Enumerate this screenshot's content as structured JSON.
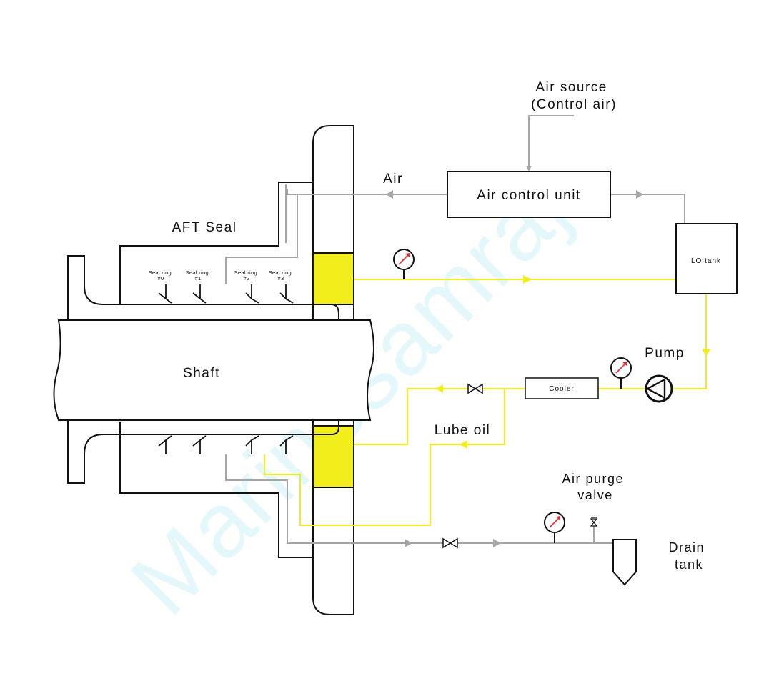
{
  "labels": {
    "air_source_line1": "Air source",
    "air_source_line2": "(Control air)",
    "air": "Air",
    "air_control_unit": "Air control unit",
    "aft_seal": "AFT Seal",
    "lo_tank": "LO tank",
    "shaft": "Shaft",
    "pump": "Pump",
    "cooler": "Cooler",
    "lube_oil": "Lube oil",
    "air_purge_line1": "Air purge",
    "air_purge_line2": "valve",
    "drain_line1": "Drain",
    "drain_line2": "tank"
  },
  "seal_rings": [
    {
      "line1": "Seal ring",
      "line2": "#0"
    },
    {
      "line1": "Seal ring",
      "line2": "#1"
    },
    {
      "line1": "Seal ring",
      "line2": "#2"
    },
    {
      "line1": "Seal ring",
      "line2": "#3"
    }
  ],
  "watermark": "Marinesamraj",
  "colors": {
    "lube_oil": "#f2ee1b",
    "air_line": "#a6a6a6",
    "outline": "#111111",
    "gauge_needle": "#e8262b",
    "watermark": "#5fd8f2"
  },
  "icons": [
    "pressure-gauge-icon",
    "gate-valve-icon",
    "pump-icon",
    "purge-valve-icon",
    "flow-arrow-icon"
  ]
}
